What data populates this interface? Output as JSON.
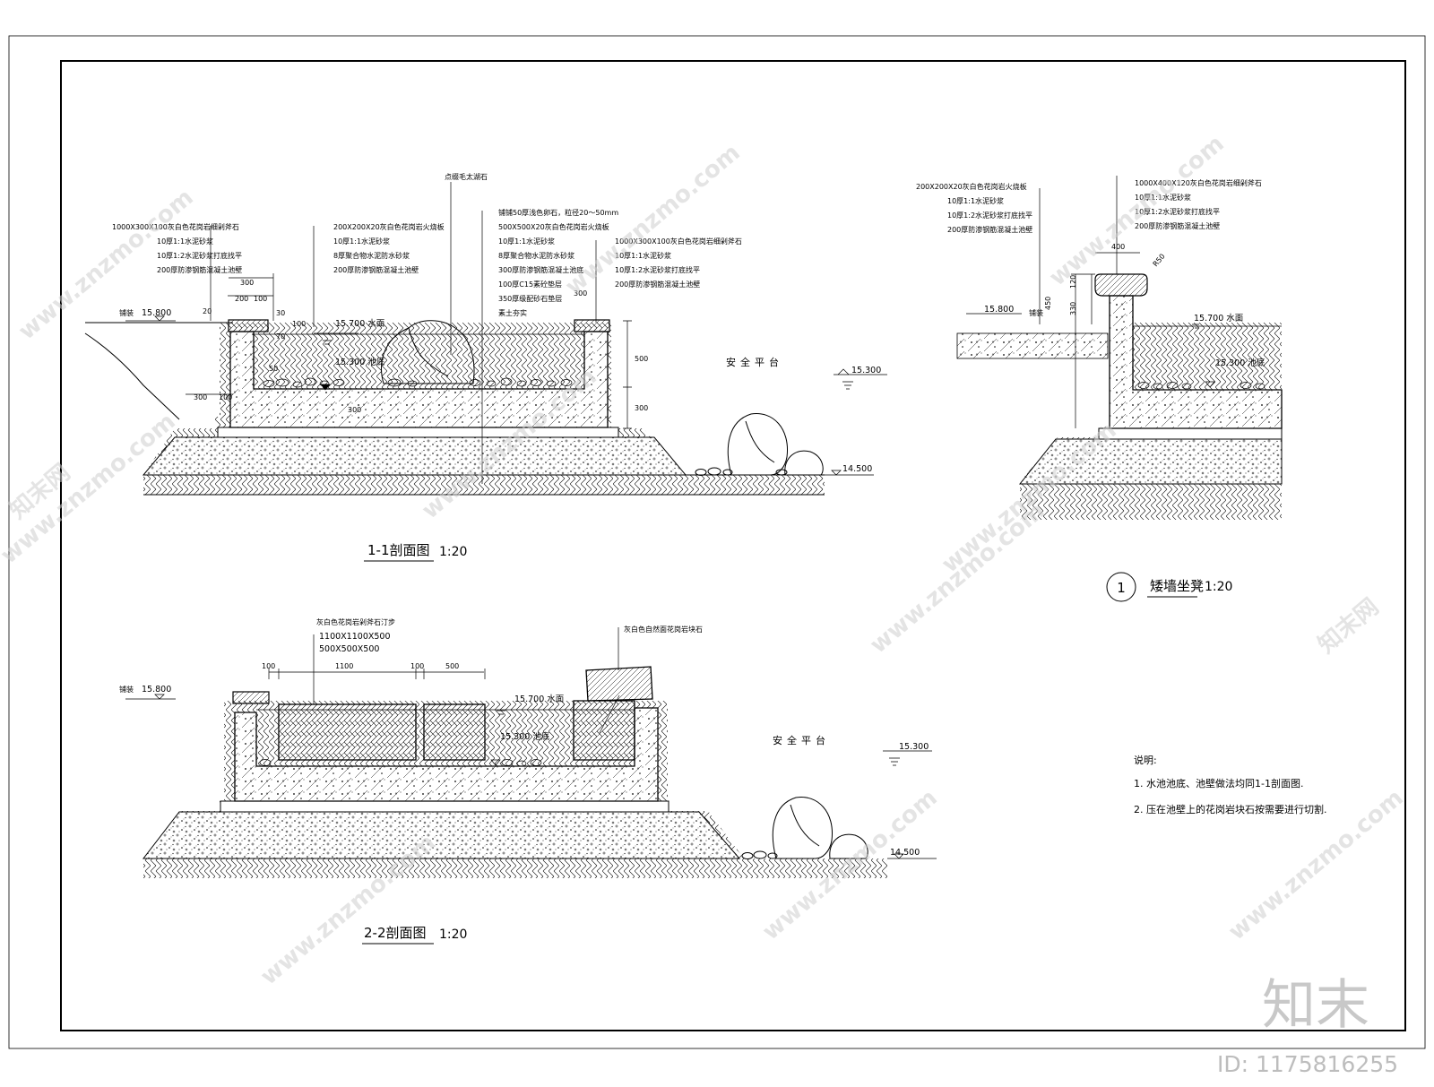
{
  "section_11": {
    "title": "1-1剖面图",
    "scale": "1:20",
    "callout_rock": "点缀毛太湖石",
    "callout_left": [
      "1000X300X100灰白色花岗岩细剁斧石",
      "10厚1:1水泥砂浆",
      "10厚1:2水泥砂浆打底找平",
      "200厚防渗钢筋混凝土池壁"
    ],
    "callout_mid": [
      "200X200X20灰白色花岗岩火烧板",
      "10厚1:1水泥砂浆",
      "8厚聚合物水泥防水砂浆",
      "200厚防渗钢筋混凝土池壁"
    ],
    "callout_bottom": [
      "铺铺50厚浅色卵石，粒径20～50mm",
      "500X500X20灰白色花岗岩火烧板",
      "10厚1:1水泥砂浆",
      "8厚聚合物水泥防水砂浆",
      "300厚防渗钢筋混凝土池底",
      "100厚C15素砼垫层",
      "350厚级配砂石垫层",
      "素土夯实"
    ],
    "callout_right": [
      "1000X300X100灰白色花岗岩细剁斧石",
      "10厚1:1水泥砂浆",
      "10厚1:2水泥砂浆打底找平",
      "200厚防渗钢筋混凝土池壁"
    ],
    "paving": "铺装",
    "elev_paving": "15.800",
    "elev_water": "15.700 水面",
    "elev_bottom": "15.300 池底",
    "elev_platform": "15.300",
    "elev_ground": "14.500",
    "platform": "安全平台",
    "dims": {
      "d300a": "300",
      "d200": "200",
      "d100a": "100",
      "d20": "20",
      "d30": "30",
      "d100b": "100",
      "d70": "70",
      "d50": "50",
      "d300b": "300",
      "d100c": "100",
      "d300c": "300",
      "d300d": "300",
      "d500": "500",
      "d300e": "300"
    }
  },
  "section_bench": {
    "num": "1",
    "title": "矮墙坐凳",
    "scale": "1:20",
    "callout_left": [
      "200X200X20灰白色花岗岩火烧板",
      "10厚1:1水泥砂浆",
      "10厚1:2水泥砂浆打底找平",
      "200厚防渗钢筋混凝土池壁"
    ],
    "callout_right": [
      "1000X400X120灰白色花岗岩细剁斧石",
      "10厚1:1水泥砂浆",
      "10厚1:2水泥砂浆打底找平",
      "200厚防渗钢筋混凝土池壁"
    ],
    "paving": "铺装",
    "elev_paving": "15.800",
    "elev_water": "15.700 水面",
    "elev_bottom": "15.300 池底",
    "dims": {
      "d400": "400",
      "r50": "R50",
      "d120": "120",
      "d450": "450",
      "d330": "330"
    }
  },
  "section_22": {
    "title": "2-2剖面图",
    "scale": "1:20",
    "callout_steps": "灰白色花岗岩剁斧石汀步",
    "step_size1": "1100X1100X500",
    "step_size2": "500X500X500",
    "callout_block": "灰白色自然面花岗岩块石",
    "paving": "铺装",
    "elev_paving": "15.800",
    "elev_water": "15.700 水面",
    "elev_bottom": "15.300 池底",
    "elev_platform": "15.300",
    "elev_ground": "14.500",
    "platform": "安全平台",
    "dims": {
      "d100a": "100",
      "d1100": "1100",
      "d100b": "100",
      "d500": "500"
    }
  },
  "notes": {
    "heading": "说明:",
    "items": [
      "1.  水池池底、池壁做法均同1-1剖面图.",
      "2.  压在池壁上的花岗岩块石按需要进行切割."
    ]
  },
  "watermark": {
    "site": "www.znzmo.com",
    "brand": "知末网"
  },
  "brand_logo": "知末",
  "image_id": "ID: 1175816255"
}
